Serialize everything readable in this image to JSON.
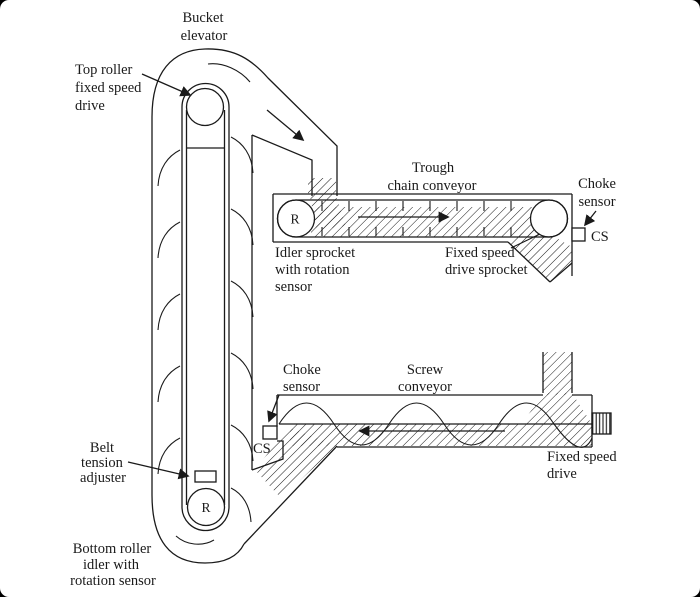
{
  "figure": {
    "description": "Conveying circuit: bucket elevator feeding trough chain conveyor feeding screw conveyor",
    "colors": {
      "line": "#1a1a1a",
      "background": "#ffffff",
      "frame": "#000000"
    }
  },
  "labels": {
    "bucket_elevator": [
      "Bucket",
      "elevator"
    ],
    "top_roller": [
      "Top roller",
      "fixed speed",
      "drive"
    ],
    "trough_conveyor": [
      "Trough",
      "chain conveyor"
    ],
    "choke_sensor_right": [
      "Choke",
      "sensor"
    ],
    "cs_right": "CS",
    "idler_sprocket": [
      "Idler sprocket",
      "with rotation",
      "sensor"
    ],
    "drive_sprocket": [
      "Fixed speed",
      "drive sprocket"
    ],
    "screw_conveyor": [
      "Screw",
      "conveyor"
    ],
    "choke_sensor_left": [
      "Choke",
      "sensor"
    ],
    "cs_left": "CS",
    "fixed_speed_drive": [
      "Fixed speed",
      "drive"
    ],
    "belt_tension": [
      "Belt",
      "tension",
      "adjuster"
    ],
    "bottom_roller": [
      "Bottom roller",
      "idler with",
      "rotation sensor"
    ],
    "rotation_symbol": "R"
  }
}
